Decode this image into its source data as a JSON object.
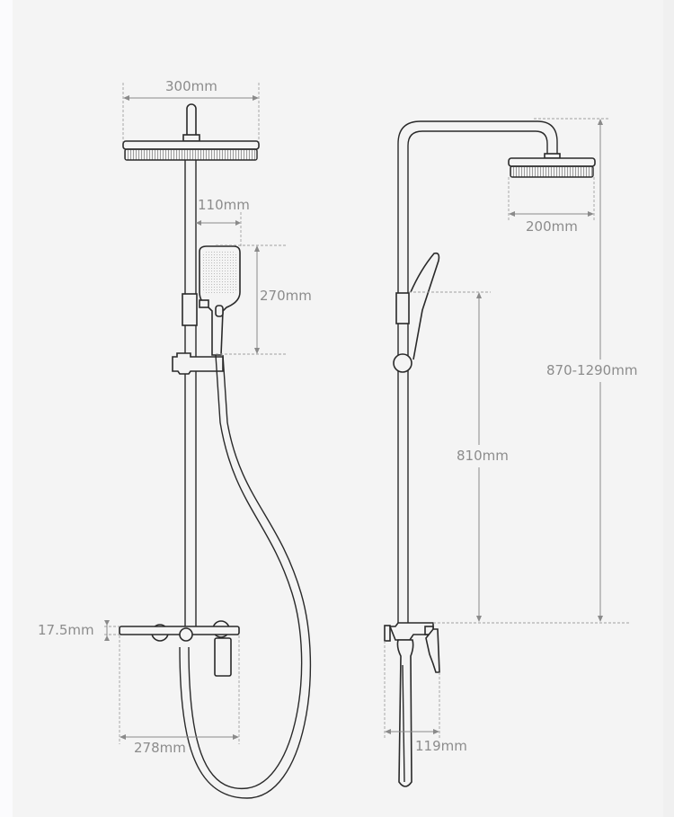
{
  "diagram": {
    "subject": "Shower system dimension drawing",
    "views": [
      "front-view",
      "side-view"
    ],
    "colors": {
      "background": "#f4f4f4",
      "outline": "#2a2a2a",
      "dimension": "#8a8a8a",
      "label": "#8c8c8c"
    }
  },
  "front_view": {
    "dimensions": {
      "top_shower_width": "300mm",
      "hand_shower_offset": "110mm",
      "hand_shower_height": "270mm",
      "shelf_thickness": "17.5mm",
      "shelf_width": "278mm"
    }
  },
  "side_view": {
    "dimensions": {
      "top_shower_depth": "200mm",
      "total_height_range": "870-1290mm",
      "hand_shower_mount_height": "810mm",
      "mixer_projection": "119mm"
    }
  }
}
